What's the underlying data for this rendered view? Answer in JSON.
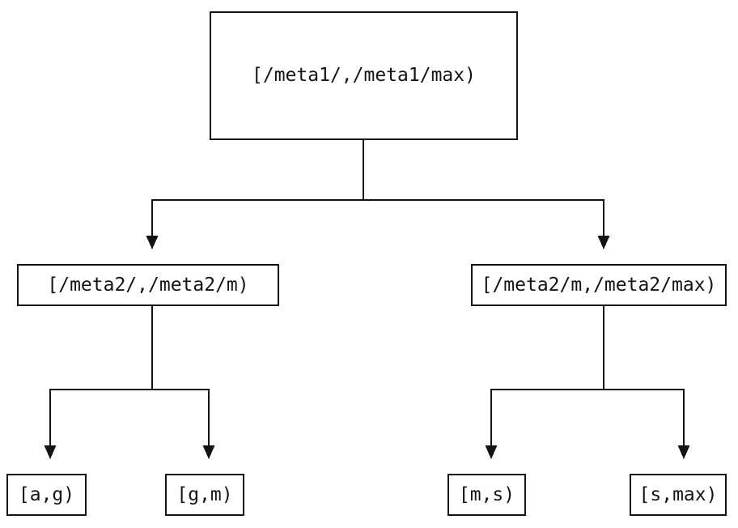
{
  "canvas": {
    "background": "#ffffff",
    "line_color": "#141414",
    "text_color": "#141414"
  },
  "diagram": {
    "type": "tree",
    "description": "Key-range partition tree, two levels of binary splits",
    "nodes": {
      "root": {
        "label": "[/meta1/,/meta1/max)"
      },
      "meta2_low": {
        "label": "[/meta2/,/meta2/m)"
      },
      "meta2_high": {
        "label": "[/meta2/m,/meta2/max)"
      },
      "ag": {
        "label": "[a,g)"
      },
      "gm": {
        "label": "[g,m)"
      },
      "ms": {
        "label": "[m,s)"
      },
      "smax": {
        "label": "[s,max)"
      }
    },
    "edges": [
      {
        "from": "root",
        "to": "meta2_low"
      },
      {
        "from": "root",
        "to": "meta2_high"
      },
      {
        "from": "meta2_low",
        "to": "ag"
      },
      {
        "from": "meta2_low",
        "to": "gm"
      },
      {
        "from": "meta2_high",
        "to": "ms"
      },
      {
        "from": "meta2_high",
        "to": "smax"
      }
    ]
  }
}
